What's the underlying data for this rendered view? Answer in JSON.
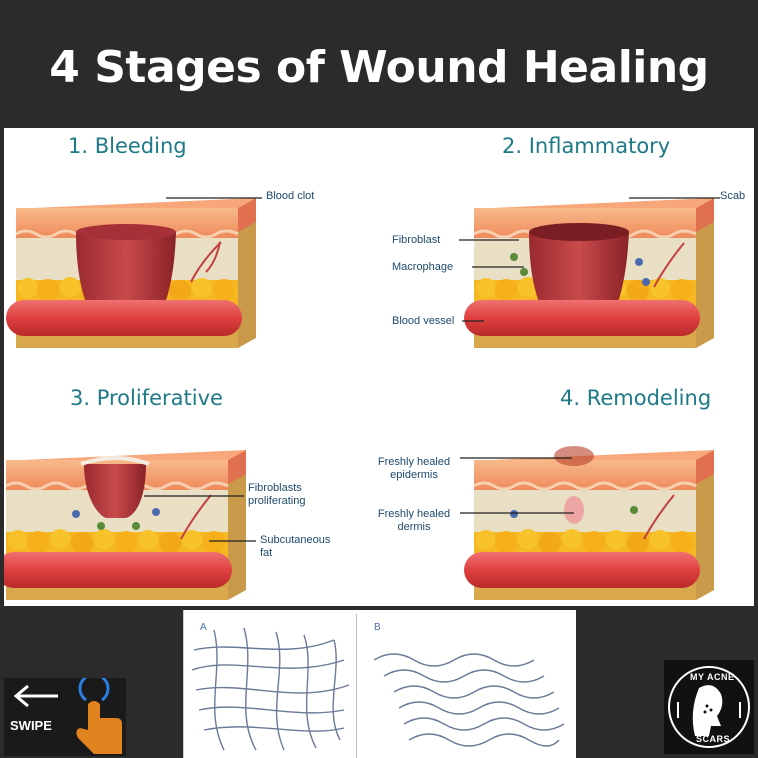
{
  "title": "4 Stages of Wound Healing",
  "stages": [
    {
      "label": "1. Bleeding",
      "annotations": [
        "Blood clot"
      ]
    },
    {
      "label": "2. Inflammatory",
      "annotations": [
        "Scab",
        "Fibroblast",
        "Macrophage",
        "Blood vessel"
      ]
    },
    {
      "label": "3. Proliferative",
      "annotations": [
        "Fibroblasts proliferating",
        "Subcutaneous fat"
      ]
    },
    {
      "label": "4. Remodeling",
      "annotations": [
        "Freshly healed epidermis",
        "Freshly healed dermis"
      ]
    }
  ],
  "fibers": {
    "a_label": "A",
    "b_label": "B"
  },
  "swipe": {
    "label": "SWIPE"
  },
  "logo": {
    "top": "MY ACNE",
    "bottom": "SCARS"
  },
  "colors": {
    "background": "#2b2b2b",
    "stage_label": "#1d7a86",
    "annotation": "#1e4a6e",
    "epidermis": "#f4a070",
    "dermis": "#e8dcc0",
    "fat": "#f5b822",
    "vessel": "#e04848",
    "clot": "#b83a3a"
  }
}
